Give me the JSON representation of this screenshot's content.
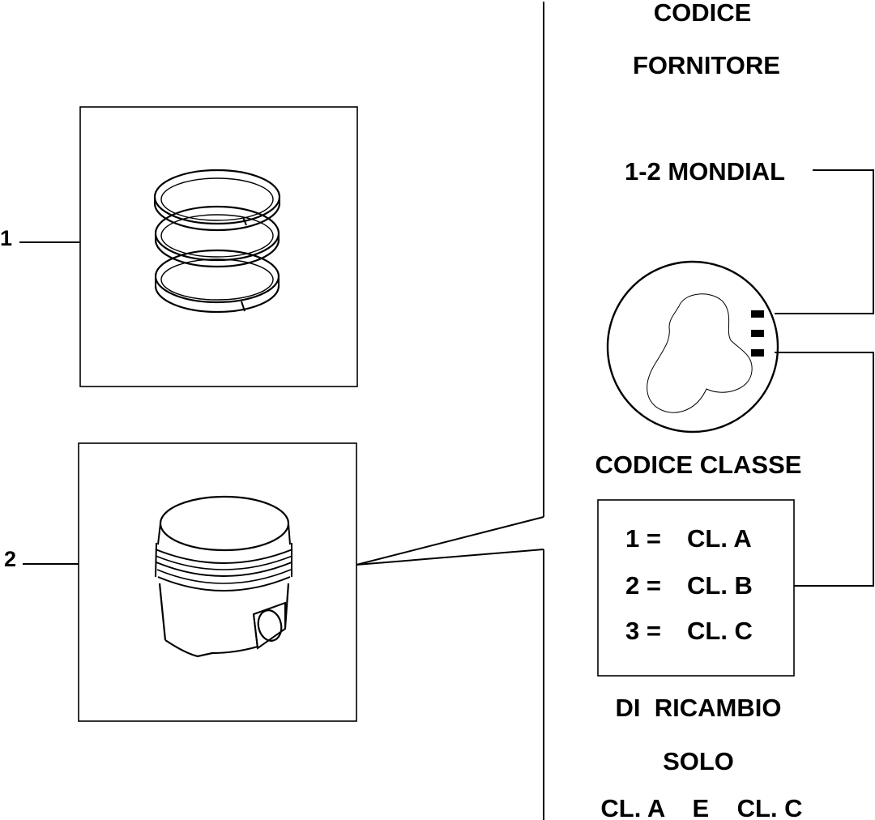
{
  "callouts": {
    "item_1": "1",
    "item_2": "2"
  },
  "right_panel": {
    "header_line1": "CODICE",
    "header_line2": "FORNITORE",
    "supplier": "1-2 MONDIAL",
    "class_code_label": "CODICE  CLASSE",
    "class_table": [
      {
        "code": "1 =",
        "class": "CL. A"
      },
      {
        "code": "2 =",
        "class": "CL. B"
      },
      {
        "code": "3 =",
        "class": "CL. C"
      }
    ],
    "spare_line1": "DI  RICAMBIO",
    "spare_line2": "SOLO",
    "spare_line3": "CL. A    E    CL. C"
  },
  "icons": {
    "rings": "piston-rings-icon",
    "piston": "piston-icon",
    "crown": "piston-crown-icon"
  }
}
